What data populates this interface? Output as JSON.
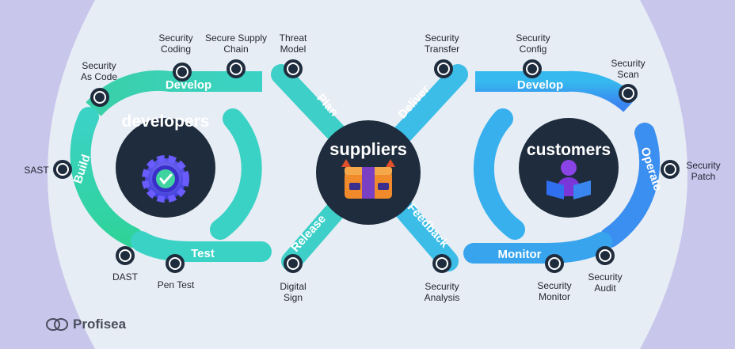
{
  "hubs": {
    "developers": "developers",
    "suppliers": "suppliers",
    "customers": "customers"
  },
  "stages": {
    "dev_develop": "Develop",
    "build": "Build",
    "test": "Test",
    "plan": "Plan",
    "deliver": "Deliver",
    "release": "Release",
    "feedback": "Feedback",
    "cust_develop": "Develop",
    "operate": "Operate",
    "monitor": "Monitor"
  },
  "points": {
    "security_as_code": "Security\nAs Code",
    "security_coding": "Security\nCoding",
    "secure_supply_chain": "Secure Supply\nChain",
    "threat_model": "Threat\nModel",
    "security_transfer": "Security\nTransfer",
    "security_config": "Security\nConfig",
    "security_scan": "Security\nScan",
    "sast": "SAST",
    "security_patch": "Security\nPatch",
    "dast": "DAST",
    "pen_test": "Pen Test",
    "digital_sign": "Digital\nSign",
    "security_analysis": "Security\nAnalysis",
    "security_monitor": "Security\nMonitor",
    "security_audit": "Security\nAudit"
  },
  "brand": {
    "name": "Profisea"
  },
  "colors": {
    "background": "#c9c6ec",
    "panel": "#e6ecf3",
    "hub": "#1f2c3d",
    "dev_gradient": [
      "#3ad1c0",
      "#2ed493"
    ],
    "cust_gradient": [
      "#35b8ee",
      "#3a7ff0"
    ]
  }
}
